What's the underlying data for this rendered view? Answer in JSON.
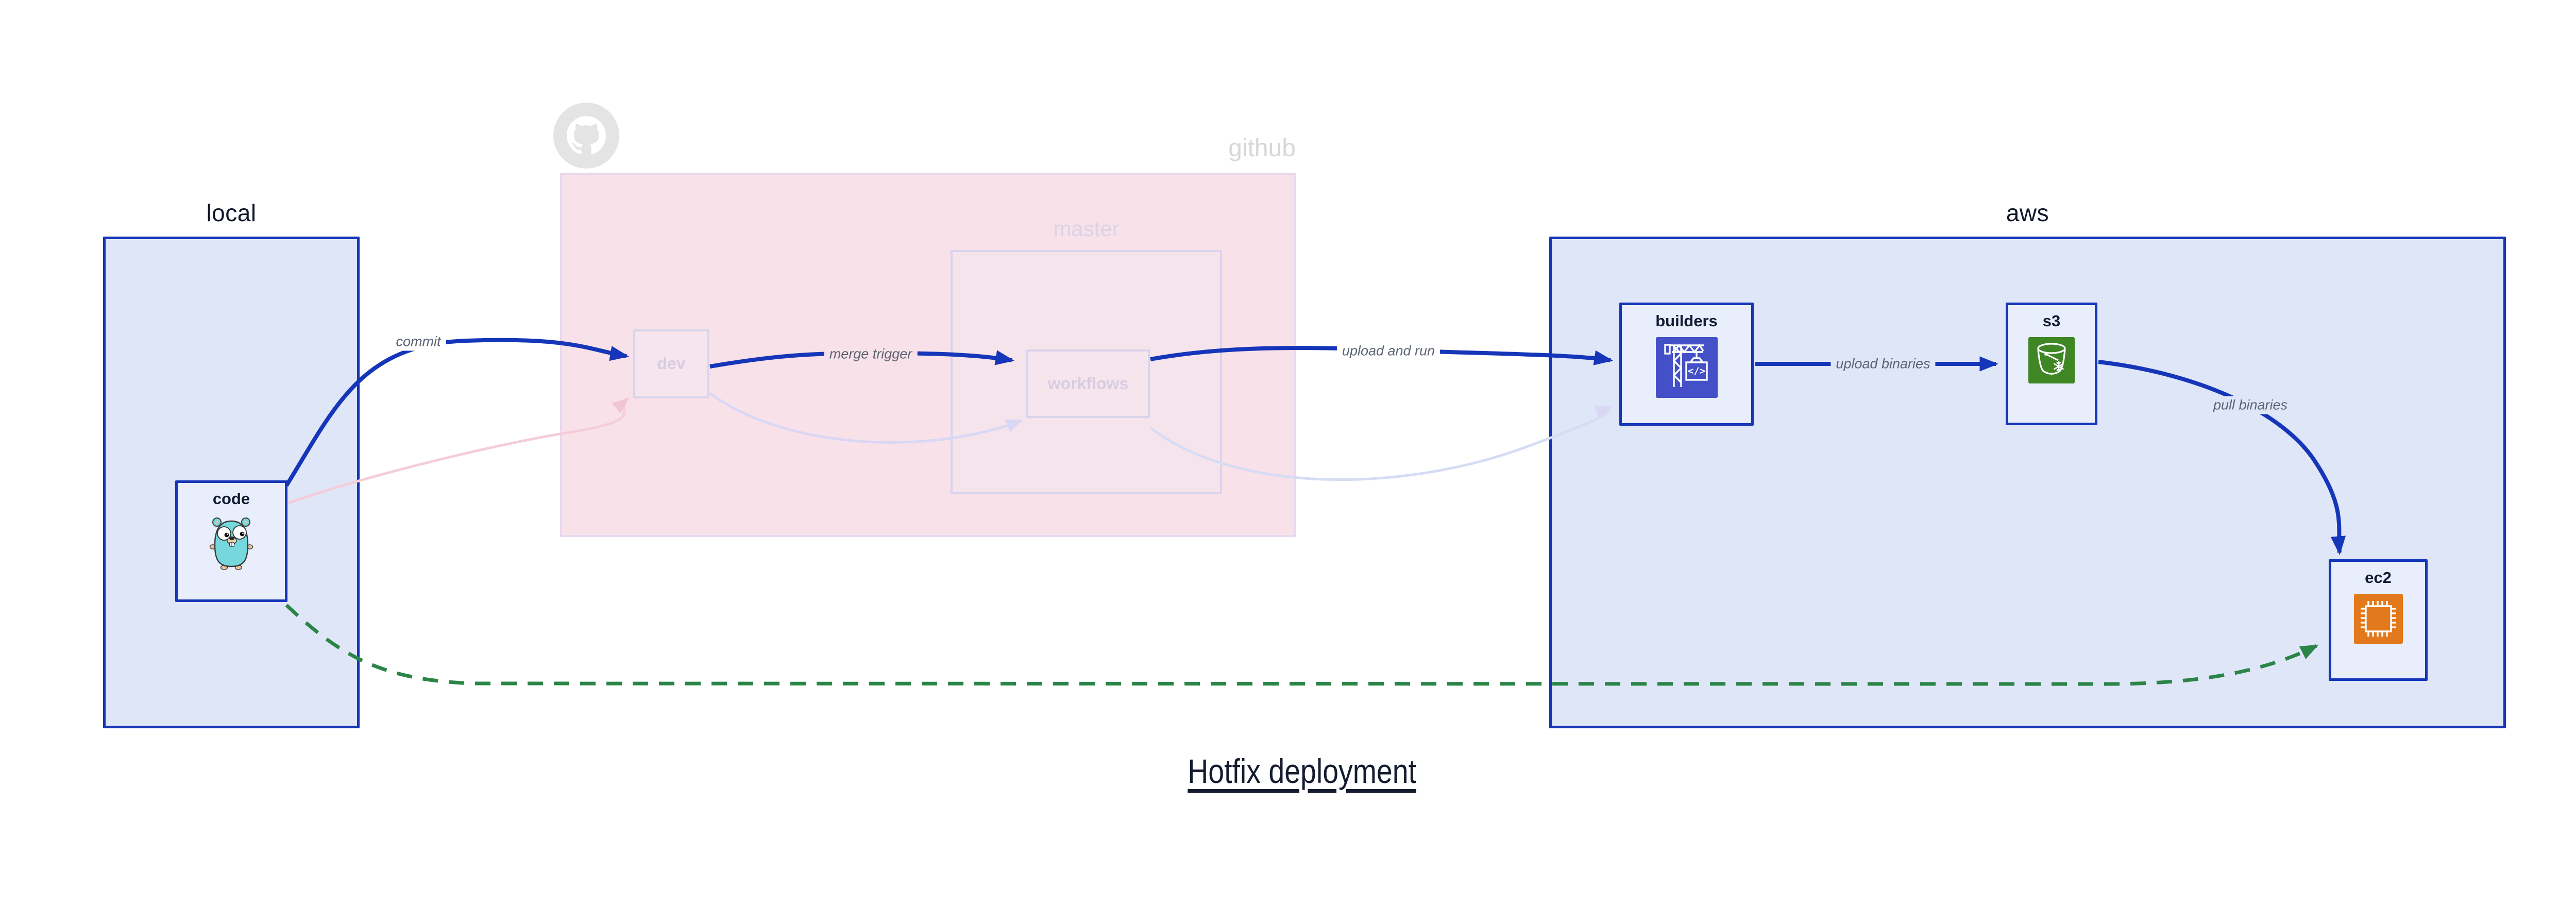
{
  "diagram": {
    "title": "Hotfix deployment",
    "groups": {
      "local": {
        "label": "local"
      },
      "github": {
        "label": "github",
        "branch_label": "master"
      },
      "aws": {
        "label": "aws"
      }
    },
    "nodes": {
      "code": {
        "label": "code",
        "icon": "gopher-icon"
      },
      "dev": {
        "label": "dev"
      },
      "workflows": {
        "label": "workflows"
      },
      "builders": {
        "label": "builders",
        "icon": "codebuild-crane-icon"
      },
      "s3": {
        "label": "s3",
        "icon": "s3-bucket-icon"
      },
      "ec2": {
        "label": "ec2",
        "icon": "ec2-chip-icon"
      }
    },
    "edges": {
      "commit": {
        "label": "commit",
        "from": "code",
        "to": "dev",
        "style": "solid"
      },
      "merge_trigger": {
        "label": "merge trigger",
        "from": "dev",
        "to": "workflows",
        "style": "solid"
      },
      "upload_and_run": {
        "label": "upload and run",
        "from": "workflows",
        "to": "builders",
        "style": "solid"
      },
      "upload_binaries": {
        "label": "upload binaries",
        "from": "builders",
        "to": "s3",
        "style": "solid"
      },
      "pull_binaries": {
        "label": "pull binaries",
        "from": "s3",
        "to": "ec2",
        "style": "solid"
      },
      "hotfix_path": {
        "label": "",
        "from": "code",
        "to": "ec2",
        "style": "dashed"
      },
      "faded_code_dev": {
        "label": "",
        "from": "code",
        "to": "dev",
        "style": "faded"
      },
      "faded_dev_workflows": {
        "label": "",
        "from": "dev",
        "to": "workflows",
        "style": "faded"
      },
      "faded_workflows_builders": {
        "label": "",
        "from": "workflows",
        "to": "builders",
        "style": "faded"
      }
    },
    "colors": {
      "accent_blue": "#1536b8",
      "container_fill": "#dfe6f8",
      "node_fill": "#e9eefc",
      "github_pink": "#f9e1e9",
      "faded_border": "#d8d4ee",
      "faded_text": "#d6cde1",
      "hotfix_green": "#2a8547",
      "edge_label_gray": "#5c6472",
      "codebuild_indigo": "#4450c8",
      "s3_green": "#3f8624",
      "ec2_orange": "#e2791c",
      "gopher_teal": "#76d8dd",
      "github_gray": "#e4e4e4"
    }
  }
}
